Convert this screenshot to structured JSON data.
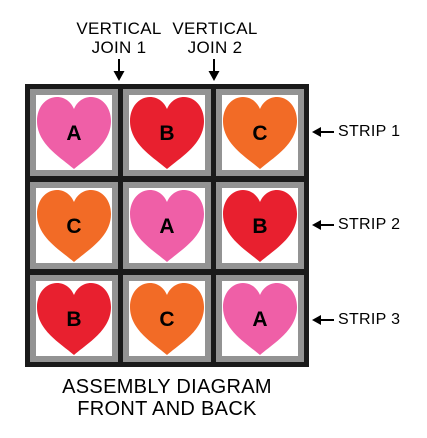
{
  "top_labels": [
    {
      "line1": "VERTICAL",
      "line2": "JOIN 1"
    },
    {
      "line1": "VERTICAL",
      "line2": "JOIN 2"
    }
  ],
  "rows": [
    {
      "strip_label": "STRIP 1",
      "blocks": [
        {
          "letter": "A",
          "color": "#ef5fa7"
        },
        {
          "letter": "B",
          "color": "#e8202f"
        },
        {
          "letter": "C",
          "color": "#f26b26"
        }
      ]
    },
    {
      "strip_label": "STRIP 2",
      "blocks": [
        {
          "letter": "C",
          "color": "#f26b26"
        },
        {
          "letter": "A",
          "color": "#ef5fa7"
        },
        {
          "letter": "B",
          "color": "#e8202f"
        }
      ]
    },
    {
      "strip_label": "STRIP 3",
      "blocks": [
        {
          "letter": "B",
          "color": "#e8202f"
        },
        {
          "letter": "C",
          "color": "#f26b26"
        },
        {
          "letter": "A",
          "color": "#ef5fa7"
        }
      ]
    }
  ],
  "footer": {
    "line1": "ASSEMBLY DIAGRAM",
    "line2": "FRONT AND BACK"
  }
}
